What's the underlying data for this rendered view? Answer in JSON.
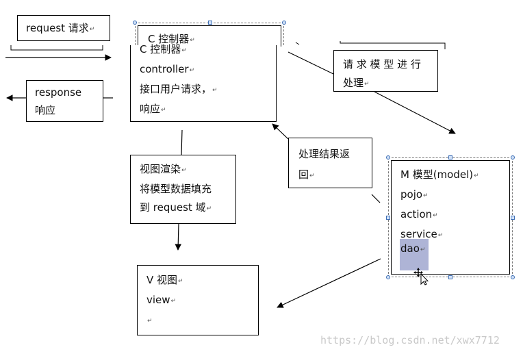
{
  "diagram": {
    "request_label": "request 请求",
    "response_lines": [
      "response",
      "响应"
    ],
    "controller_header_clipped": "C  控制器",
    "controller_lines": [
      "C  控制器",
      "controller",
      "接口用户请求，",
      "响应"
    ],
    "request_model_lines": [
      "请 求 模 型 进 行",
      "处理"
    ],
    "process_result_lines": [
      "处理结果返",
      "回"
    ],
    "view_render_lines": [
      "视图渲染",
      "将模型数据填充",
      "到 request 域"
    ],
    "model_lines": [
      "M  模型(model)",
      "pojo",
      "action",
      "service",
      "dao"
    ],
    "view_lines": [
      "V  视图",
      "view",
      ""
    ],
    "paragraph_mark": "↵",
    "selection_color": "#aeb4d6",
    "handle_color": "#4472c4",
    "watermark": "https://blog.csdn.net/xwx7712"
  }
}
